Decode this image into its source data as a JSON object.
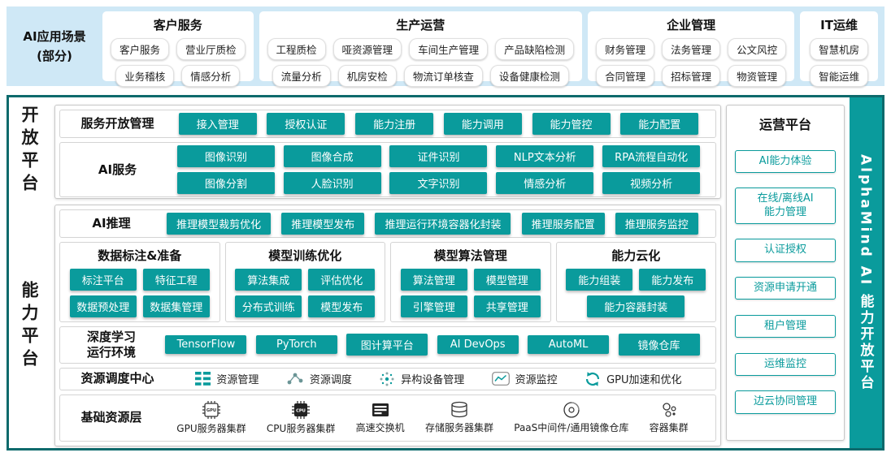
{
  "banner": {
    "label_line1": "AI应用场景",
    "label_line2": "(部分)",
    "groups": [
      {
        "title": "客户服务",
        "rows": [
          [
            "客户服务",
            "营业厅质检"
          ],
          [
            "业务稽核",
            "情感分析"
          ]
        ]
      },
      {
        "title": "生产运营",
        "rows": [
          [
            "工程质检",
            "哑资源管理",
            "车间生产管理",
            "产品缺陷检测"
          ],
          [
            "流量分析",
            "机房安检",
            "物流订单核查",
            "设备健康检测"
          ]
        ]
      },
      {
        "title": "企业管理",
        "rows": [
          [
            "财务管理",
            "法务管理",
            "公文风控"
          ],
          [
            "合同管理",
            "招标管理",
            "物资管理"
          ]
        ]
      },
      {
        "title": "IT运维",
        "rows": [
          [
            "智慧机房"
          ],
          [
            "智能运维"
          ]
        ]
      }
    ]
  },
  "open_platform": {
    "side_label": "开放平台",
    "service_mgmt": {
      "title": "服务开放管理",
      "items": [
        "接入管理",
        "授权认证",
        "能力注册",
        "能力调用",
        "能力管控",
        "能力配置"
      ]
    },
    "ai_services": {
      "title": "AI服务",
      "rows": [
        [
          "图像识别",
          "图像合成",
          "证件识别",
          "NLP文本分析",
          "RPA流程自动化"
        ],
        [
          "图像分割",
          "人脸识别",
          "文字识别",
          "情感分析",
          "视频分析"
        ]
      ]
    }
  },
  "capability_platform": {
    "side_label": "能力平台",
    "ai_inference": {
      "title": "AI推理",
      "items": [
        "推理模型裁剪优化",
        "推理模型发布",
        "推理运行环境容器化封装",
        "推理服务配置",
        "推理服务监控"
      ]
    },
    "groups": [
      {
        "title": "数据标注&准备",
        "rows": [
          [
            "标注平台",
            "特征工程"
          ],
          [
            "数据预处理",
            "数据集管理"
          ]
        ]
      },
      {
        "title": "模型训练优化",
        "rows": [
          [
            "算法集成",
            "评估优化"
          ],
          [
            "分布式训练",
            "模型发布"
          ]
        ]
      },
      {
        "title": "模型算法管理",
        "rows": [
          [
            "算法管理",
            "模型管理"
          ],
          [
            "引擎管理",
            "共享管理"
          ]
        ]
      },
      {
        "title": "能力云化",
        "rows": [
          [
            "能力组装",
            "能力发布"
          ],
          [
            "能力容器封装"
          ]
        ]
      }
    ],
    "dl_env": {
      "title_line1": "深度学习",
      "title_line2": "运行环境",
      "items": [
        "TensorFlow",
        "PyTorch",
        "图计算平台",
        "AI DevOps",
        "AutoML",
        "镜像仓库"
      ]
    },
    "scheduling": {
      "title": "资源调度中心",
      "items": [
        {
          "icon": "grid-list-icon",
          "label": "资源管理"
        },
        {
          "icon": "topology-icon",
          "label": "资源调度"
        },
        {
          "icon": "heterogeneous-devices-icon",
          "label": "异构设备管理"
        },
        {
          "icon": "monitor-chart-icon",
          "label": "资源监控"
        },
        {
          "icon": "gpu-accelerate-icon",
          "label": "GPU加速和优化"
        }
      ]
    },
    "base_layer": {
      "title": "基础资源层",
      "items": [
        {
          "icon": "gpu-chip-icon",
          "chip_text": "GPU",
          "label": "GPU服务器集群"
        },
        {
          "icon": "cpu-chip-icon",
          "chip_text": "CPU",
          "label": "CPU服务器集群"
        },
        {
          "icon": "switch-icon",
          "label": "高速交换机"
        },
        {
          "icon": "storage-icon",
          "label": "存储服务器集群"
        },
        {
          "icon": "disc-icon",
          "label": "PaaS中间件/通用镜像仓库"
        },
        {
          "icon": "container-cluster-icon",
          "label": "容器集群"
        }
      ]
    }
  },
  "operation_platform": {
    "title": "运营平台",
    "items": [
      "AI能力体验",
      "在线/离线AI\n能力管理",
      "认证授权",
      "资源申请开通",
      "租户管理",
      "运维监控",
      "边云协同管理"
    ]
  },
  "side_bar": {
    "label": "AlphaMind AI 能力开放平台"
  },
  "colors": {
    "teal": "#0a9b9c",
    "dark_teal_border": "#0d6a6c",
    "banner_bg": "#cfe8f6"
  }
}
